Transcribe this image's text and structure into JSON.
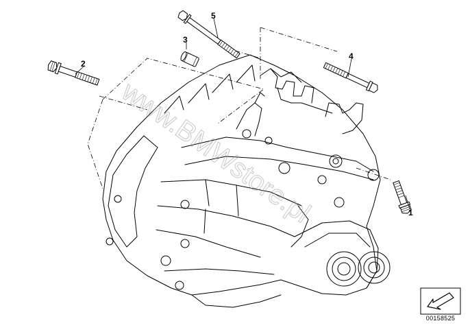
{
  "diagram": {
    "callouts": [
      {
        "id": "1",
        "label": "1"
      },
      {
        "id": "2",
        "label": "2"
      },
      {
        "id": "3",
        "label": "3"
      },
      {
        "id": "4",
        "label": "4"
      },
      {
        "id": "5",
        "label": "5"
      }
    ],
    "watermark": "www.BMWstore.pl",
    "document_number": "00158525",
    "icon": "view-direction-arrow-icon"
  }
}
